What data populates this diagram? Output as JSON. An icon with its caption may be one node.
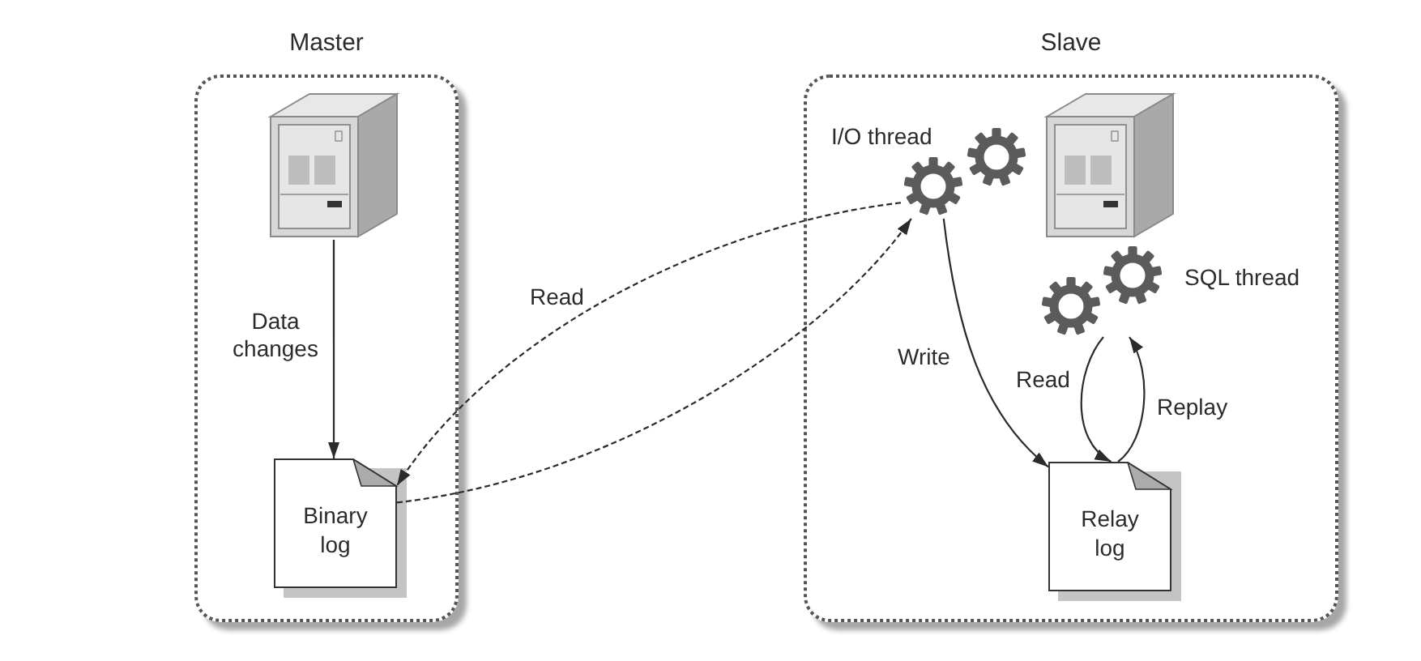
{
  "diagram": {
    "nodes": [
      {
        "text": [
          "Master"
        ]
      },
      {
        "text": [],
        "shape": "picture",
        "in": 0
      },
      {
        "text": [
          "Binary log"
        ],
        "in": 0
      },
      {
        "text": [
          "Slave"
        ]
      },
      {
        "text": [],
        "shape": "picture",
        "in": 3,
        "beside": [
          "I/O thread"
        ]
      },
      {
        "text": [],
        "shape": "picture",
        "in": 3
      },
      {
        "text": [],
        "shape": "picture",
        "in": 3,
        "beside": [
          "SQL thread"
        ]
      },
      {
        "text": [
          "Relay log"
        ],
        "in": 3
      }
    ],
    "edges": [
      {
        "from": 1,
        "to": 2,
        "arrow": "to",
        "label": "Data changes"
      },
      {
        "from": 4,
        "to": 2,
        "arrow": "to",
        "label": "Read",
        "style": "dashed"
      },
      {
        "from": 2,
        "to": 4,
        "arrow": "to",
        "style": "dashed"
      },
      {
        "from": 4,
        "to": 7,
        "arrow": "to",
        "label": "Write"
      },
      {
        "from": 6,
        "to": 7,
        "arrow": "to",
        "label": "Read"
      },
      {
        "from": 7,
        "to": 6,
        "arrow": "to",
        "label": "Replay"
      }
    ]
  }
}
